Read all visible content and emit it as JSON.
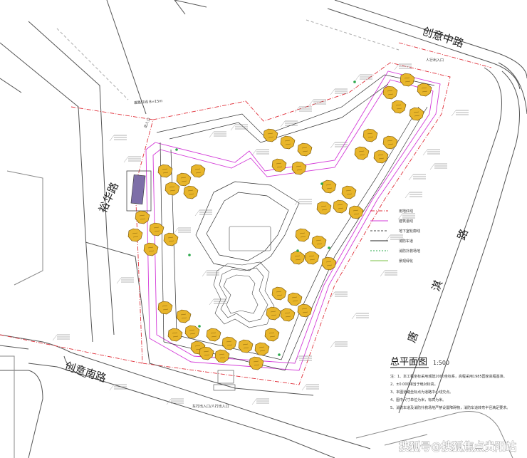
{
  "roads": {
    "chuangyi_zhong": "创意中路",
    "chuangyi_nan": "创意南路",
    "yuhua": "裕华路",
    "tangqi": "唐淇路"
  },
  "plan": {
    "title": "总平面图",
    "scale": "1:500"
  },
  "notes": [
    "注：1、本工程坐标采用城建2000坐标系，高程采用1985国家高程基准。",
    "2、±0.000相当于绝对标高。",
    "3、本图道路坐标点为道路中心线交点。",
    "4、图中尺寸单位为米，标高为米。",
    "5、消防车道及消防扑救场地严禁设置障碍物，消防车道转弯半径满足要求。"
  ],
  "legend": [
    "用地红线",
    "建筑退线",
    "地下室轮廓线",
    "消防车道",
    "消防扑救场地",
    "景观绿化"
  ],
  "labels": {
    "entrance_north": "人行出入口",
    "entrance_south": "车行出入口/人行出入口",
    "gate_west": "出入口"
  },
  "watermark": "搜狐号@搜狐焦点贵阳站",
  "colors": {
    "building": "#e8b52a",
    "building_edge": "#6b4a00",
    "redline": "#e0303a",
    "magenta": "#d33ad8",
    "road": "#444444",
    "garage": "#7d6fa8"
  }
}
